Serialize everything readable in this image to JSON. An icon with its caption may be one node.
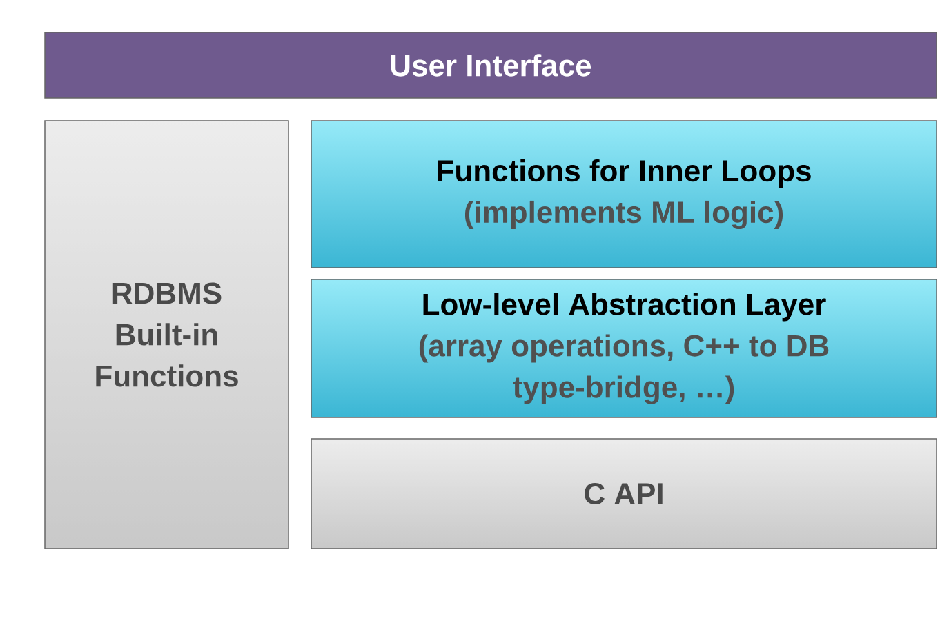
{
  "diagram": {
    "nodes": [
      {
        "text": [
          "User Interface"
        ]
      },
      {
        "text": [
          "RDBMS Built-in Functions"
        ]
      },
      {
        "text": [
          "Functions for Inner Loops",
          "(implements ML logic)"
        ]
      },
      {
        "text": [
          "Low-level Abstraction Layer",
          "(array operations, C++ to DB type-bridge, …)"
        ]
      },
      {
        "text": [
          "C API"
        ]
      }
    ]
  }
}
